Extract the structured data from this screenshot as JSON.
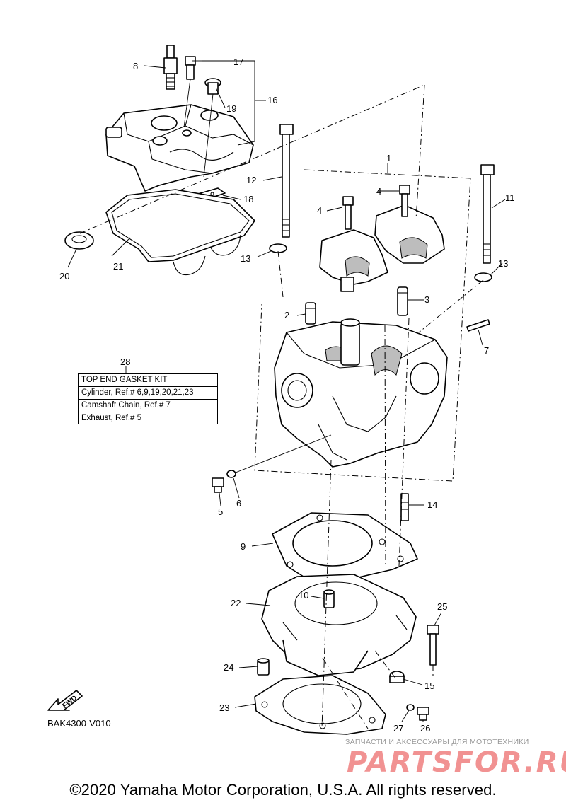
{
  "callouts": {
    "c1": "1",
    "c2": "2",
    "c3": "3",
    "c4a": "4",
    "c4b": "4",
    "c5": "5",
    "c6": "6",
    "c7": "7",
    "c8": "8",
    "c9": "9",
    "c10": "10",
    "c11": "11",
    "c12": "12",
    "c13a": "13",
    "c13b": "13",
    "c14": "14",
    "c15": "15",
    "c16": "16",
    "c17": "17",
    "c18": "18",
    "c19": "19",
    "c20": "20",
    "c21": "21",
    "c22": "22",
    "c23": "23",
    "c24": "24",
    "c25": "25",
    "c26": "26",
    "c27": "27",
    "c28": "28"
  },
  "kit_box": {
    "title": "TOP END GASKET KIT",
    "lines": [
      "Cylinder, Ref.# 6,9,19,20,21,23",
      "Camshaft Chain, Ref.# 7",
      "Exhaust, Ref.# 5"
    ]
  },
  "fwd_label": "FWD",
  "diagram_code": "BAK4300-V010",
  "copyright": "©2020 Yamaha Motor Corporation, U.S.A. All rights reserved.",
  "watermark": {
    "tagline": "ЗАПЧАСТИ И АКСЕССУАРЫ ДЛЯ МОТОТЕХНИКИ",
    "logo": "PARTSFOR.RU"
  }
}
